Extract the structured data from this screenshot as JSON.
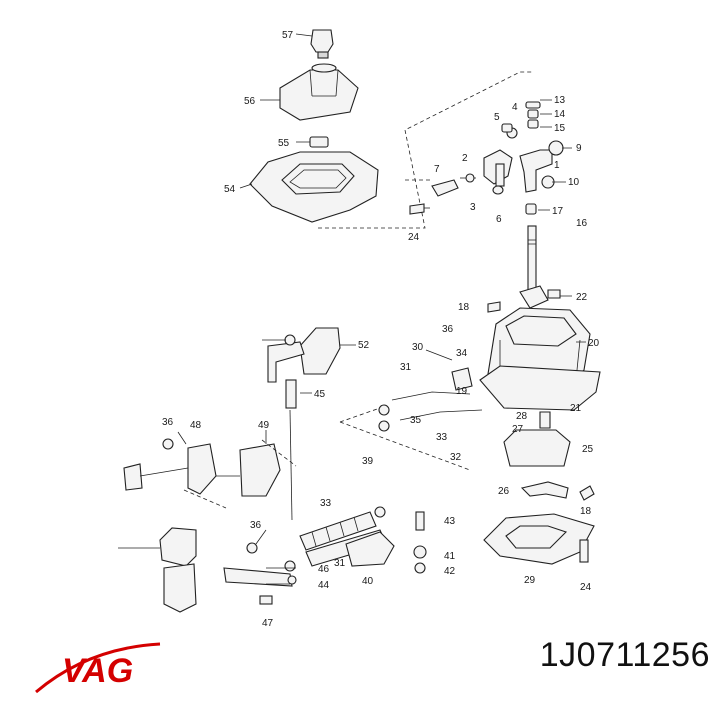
{
  "brand": {
    "logo_text": "VAG",
    "color": "#d40000"
  },
  "part_number": "1J0711256",
  "callouts": [
    "57",
    "56",
    "55",
    "54",
    "13",
    "4",
    "14",
    "5",
    "15",
    "2",
    "9",
    "1",
    "7",
    "10",
    "3",
    "17",
    "24",
    "6",
    "16",
    "22",
    "18",
    "36",
    "20",
    "52",
    "30",
    "34",
    "31",
    "35",
    "45",
    "19",
    "28",
    "21",
    "27",
    "33",
    "48",
    "36",
    "25",
    "32",
    "49",
    "39",
    "26",
    "33",
    "18",
    "43",
    "36",
    "31",
    "41",
    "46",
    "42",
    "29",
    "40",
    "44",
    "24",
    "47"
  ]
}
